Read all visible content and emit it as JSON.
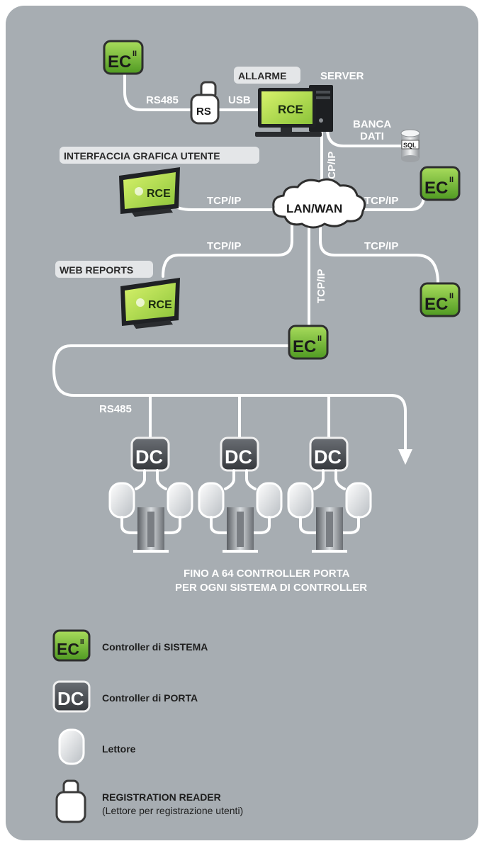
{
  "labels": {
    "allarme": "ALLARME",
    "server": "SERVER",
    "rs485_top": "RS485",
    "rs": "RS",
    "usb": "USB",
    "banca": "BANCA",
    "dati": "DATI",
    "sql": "SQL",
    "interfaccia": "INTERFACCIA GRAFICA UTENTE",
    "tcpip": "TCP/IP",
    "lanwan": "LAN/WAN",
    "web_reports": "WEB REPORTS",
    "rs485_bottom": "RS485",
    "monitor_logo": "RCE",
    "ec": "EC",
    "ec_sup": "II",
    "dc": "DC",
    "fino_line1": "FINO A 64 CONTROLLER PORTA",
    "fino_line2": "PER OGNI SISTEMA DI CONTROLLER"
  },
  "legend": {
    "ec_label": "Controller di SISTEMA",
    "dc_label": "Controller di PORTA",
    "reader_label": "Lettore",
    "reg_label": "REGISTRATION READER",
    "reg_sublabel": "(Lettore per registrazione utenti)"
  },
  "colors": {
    "panel": "#a7adb2",
    "ec_green": "#6cad2f",
    "dc_dark": "#4a4d52",
    "wire": "#ffffff"
  }
}
